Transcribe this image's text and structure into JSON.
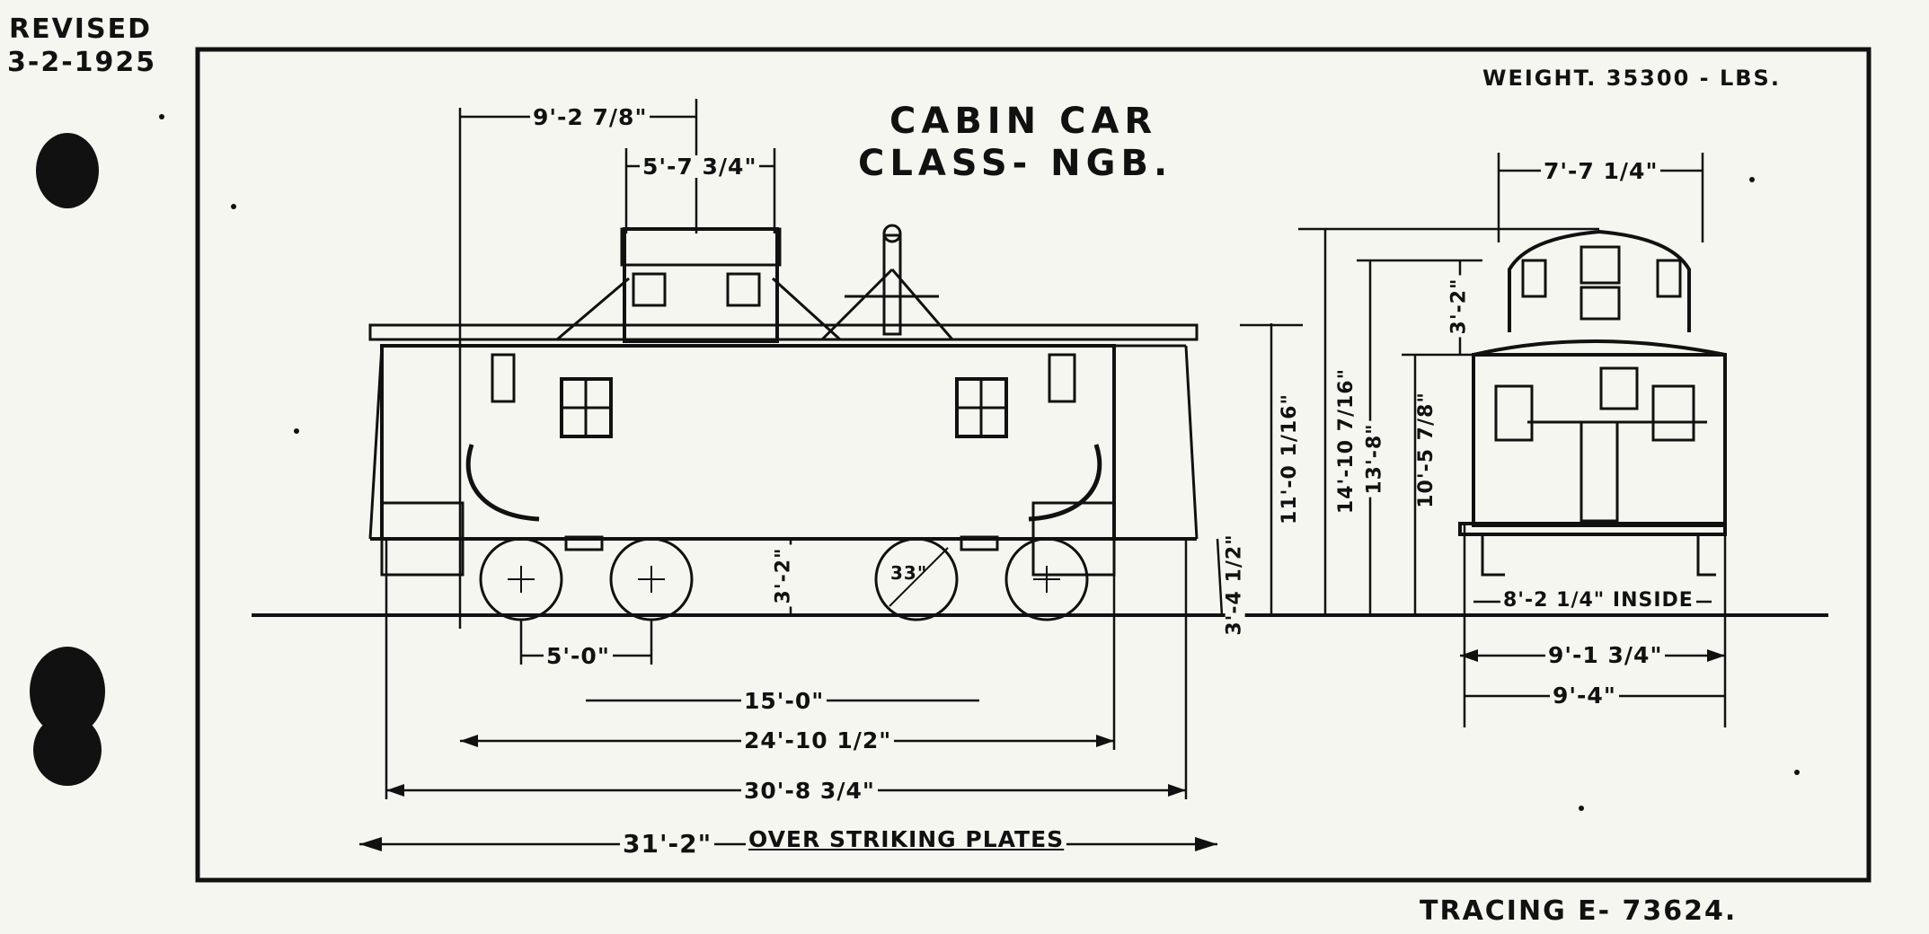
{
  "revision": {
    "label": "REVISED",
    "date": "3-2-1925"
  },
  "title": {
    "line1": "CABIN CAR",
    "line2": "CLASS- NGB."
  },
  "weight": "WEIGHT. 35300 - LBS.",
  "tracing": "TRACING E- 73624.",
  "side_dims": {
    "cupola_offset": "9'-2 7/8\"",
    "cupola_width": "5'-7 3/4\"",
    "wheel_base": "5'-0\"",
    "truck_centers": "15'-0\"",
    "over_sills": "24'-10 1/2\"",
    "over_end_sills": "30'-8 3/4\"",
    "over_plates_value": "31'-2\"",
    "over_plates_note": "OVER STRIKING PLATES",
    "wheel_dia": "33\"",
    "sill_height": "3'-2\"",
    "coupler_height": "3'-4 1/2\"",
    "roof_height": "11'-0 1/16\""
  },
  "end_dims": {
    "cupola_width": "7'-7 1/4\"",
    "overall_height": "14'-10 7/16\"",
    "eave_height": "13'-8\"",
    "roof_height": "10'-5 7/8\"",
    "cupola_rise": "3'-2\"",
    "inside_width": "8'-2 1/4\" INSIDE",
    "width_a": "9'-1 3/4\"",
    "width_b": "9'-4\""
  },
  "colors": {
    "ink": "#111111",
    "paper": "#f6f6f1"
  }
}
